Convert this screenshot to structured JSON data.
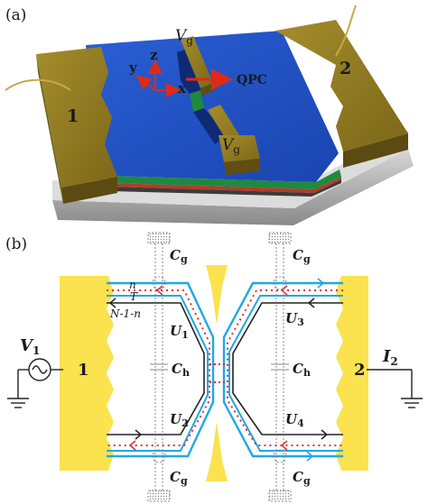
{
  "panel_a": {
    "label": "(a)",
    "contact_left": "1",
    "contact_right": "2",
    "gate_top": "V",
    "gate_top_sub": "g",
    "gate_bottom": "V",
    "gate_bottom_sub": "g",
    "axis_x": "x",
    "axis_y": "y",
    "axis_z": "z",
    "qpc": "QPC",
    "colors": {
      "gold": "#8c7722",
      "blue": "#1f4fbf",
      "green": "#1e8a3f",
      "axis": "#e02a18"
    }
  },
  "panel_b": {
    "label": "(b)",
    "source": "V",
    "source_sub": "1",
    "drain": "I",
    "drain_sub": "2",
    "contact_left": "1",
    "contact_right": "2",
    "cg_tl": "C",
    "cg_tl_sub": "g",
    "cg_tr": "C",
    "cg_tr_sub": "g",
    "cg_bl": "C",
    "cg_bl_sub": "g",
    "cg_br": "C",
    "cg_br_sub": "g",
    "ch_l": "C",
    "ch_l_sub": "h",
    "ch_r": "C",
    "ch_r_sub": "h",
    "u1": "U",
    "u1_sub": "1",
    "u2": "U",
    "u2_sub": "2",
    "u3": "U",
    "u3_sub": "3",
    "u4": "U",
    "u4_sub": "4",
    "mode_n": "n",
    "mode_t": "T",
    "mode_rest": "N-1-n",
    "colors": {
      "yellow": "#fbe24f",
      "cyan": "#1ea8e8",
      "red": "#e23030",
      "black": "#222222"
    }
  }
}
